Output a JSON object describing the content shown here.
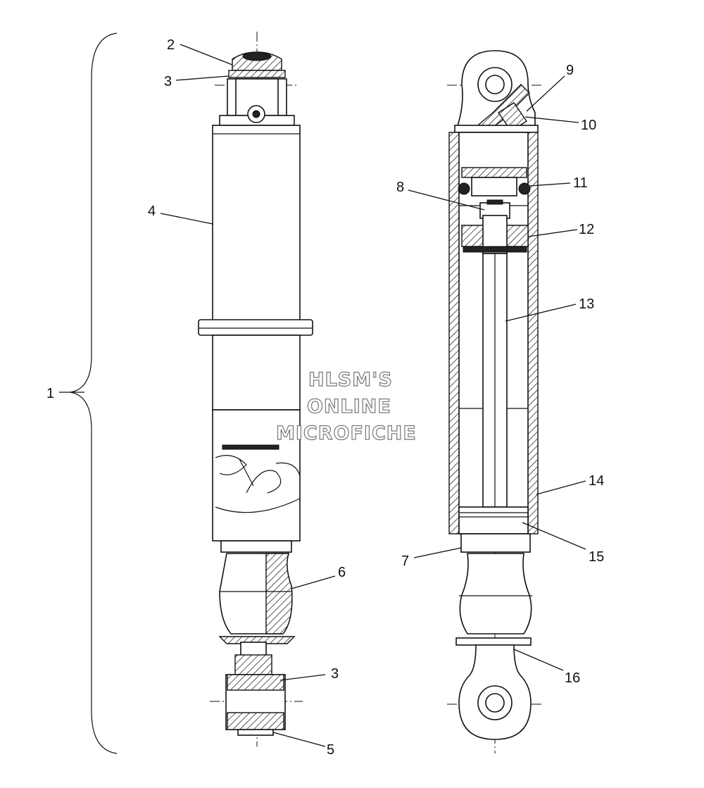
{
  "watermark": {
    "lines": [
      "HLSM'S",
      "ONLINE",
      "MICROFICHE"
    ]
  },
  "callouts": [
    {
      "id": "c1",
      "label": "1"
    },
    {
      "id": "c2",
      "label": "2"
    },
    {
      "id": "c3a",
      "label": "3"
    },
    {
      "id": "c4",
      "label": "4"
    },
    {
      "id": "c3b",
      "label": "3"
    },
    {
      "id": "c5",
      "label": "5"
    },
    {
      "id": "c6",
      "label": "6"
    },
    {
      "id": "c7",
      "label": "7"
    },
    {
      "id": "c8",
      "label": "8"
    },
    {
      "id": "c9",
      "label": "9"
    },
    {
      "id": "c10",
      "label": "10"
    },
    {
      "id": "c11",
      "label": "11"
    },
    {
      "id": "c12",
      "label": "12"
    },
    {
      "id": "c13",
      "label": "13"
    },
    {
      "id": "c14",
      "label": "14"
    },
    {
      "id": "c15",
      "label": "15"
    },
    {
      "id": "c16",
      "label": "16"
    }
  ]
}
